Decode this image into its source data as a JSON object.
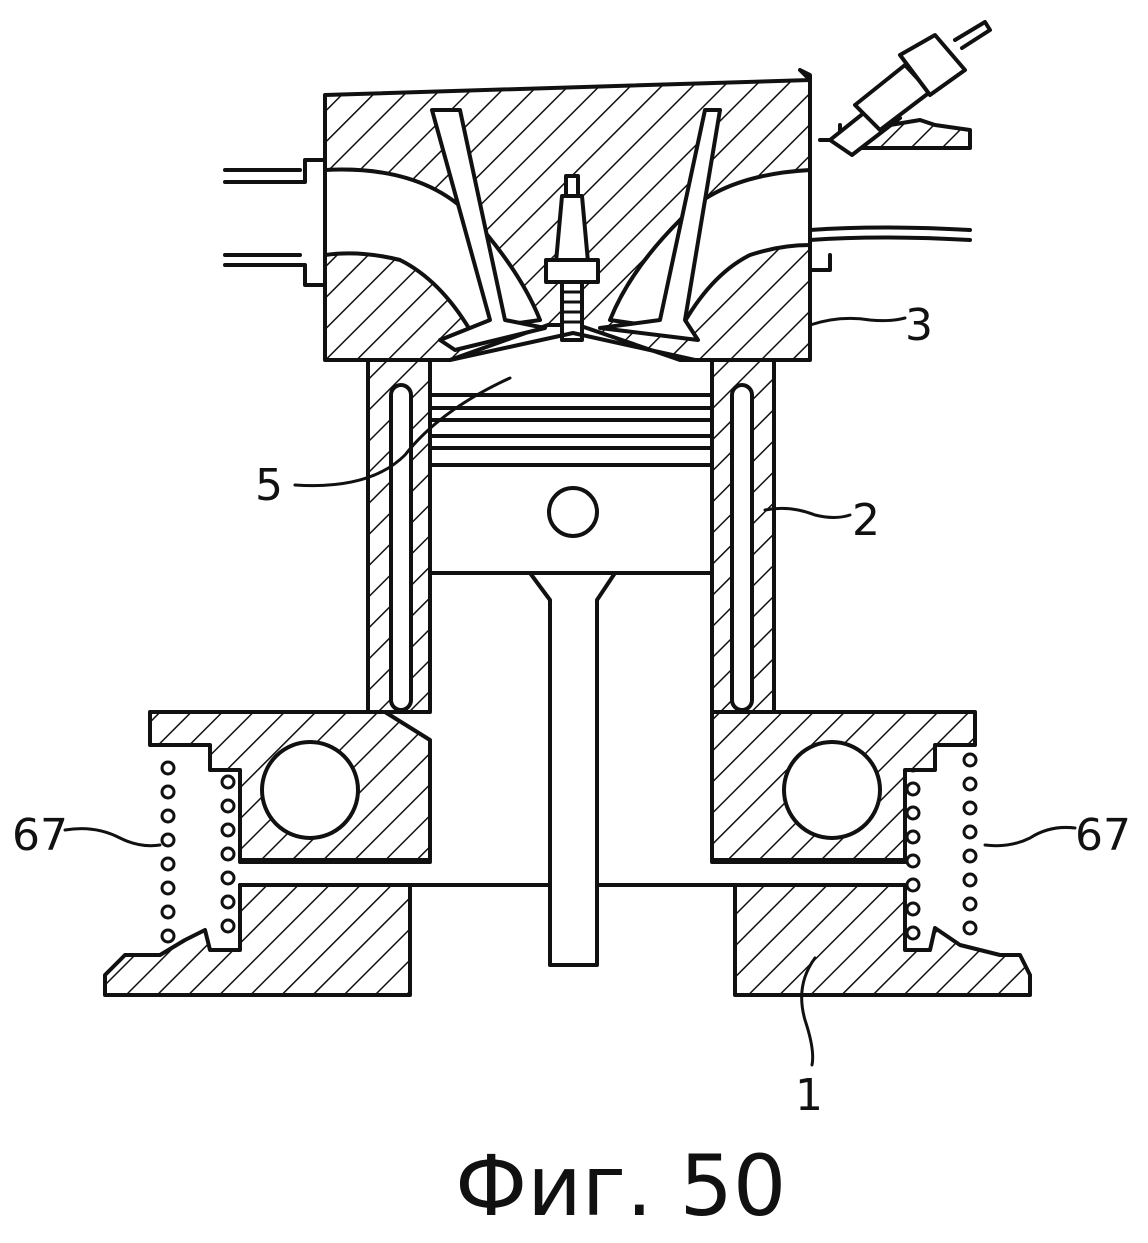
{
  "labels": {
    "cylinder_head": "3",
    "cylinder_block": "2",
    "piston": "5",
    "base": "1",
    "spring_left": "67",
    "spring_right": "67"
  },
  "caption": "Фиг. 50"
}
